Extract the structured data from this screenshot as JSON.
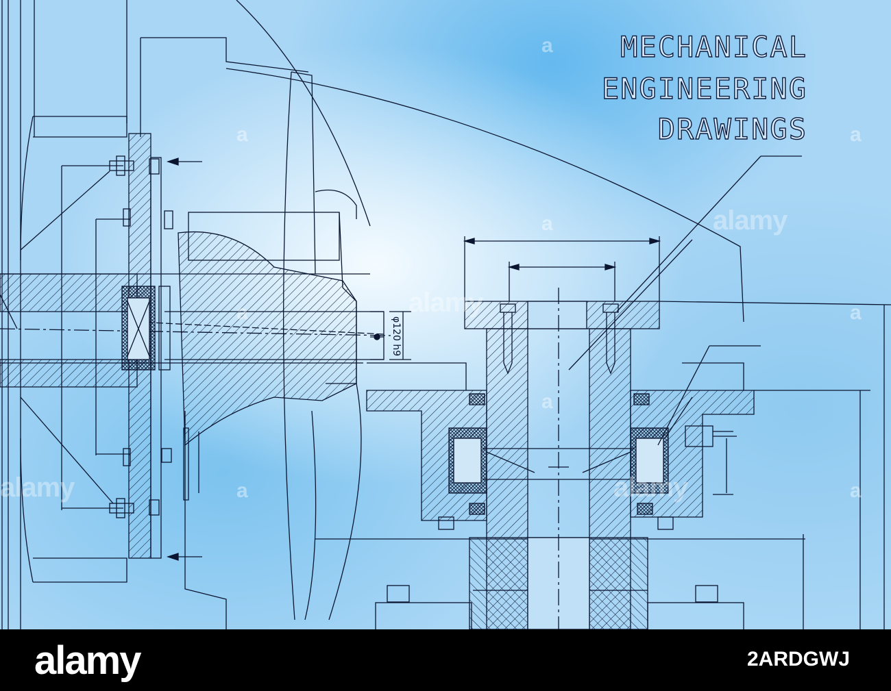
{
  "title": {
    "line1": "MECHANICAL",
    "line2": "ENGINEERING",
    "line3": "DRAWINGS"
  },
  "dimension_label": "φ120 h9",
  "watermark": {
    "brand": "alamy",
    "mark": "a"
  },
  "footer": {
    "logo": "alamy",
    "image_id": "2ARDGWJ"
  },
  "colors": {
    "background_light": "#e3f3fd",
    "background_mid": "#a9d6f5",
    "background_deep": "#6cbdf0",
    "line": "#0a1530",
    "footer": "#000000"
  }
}
